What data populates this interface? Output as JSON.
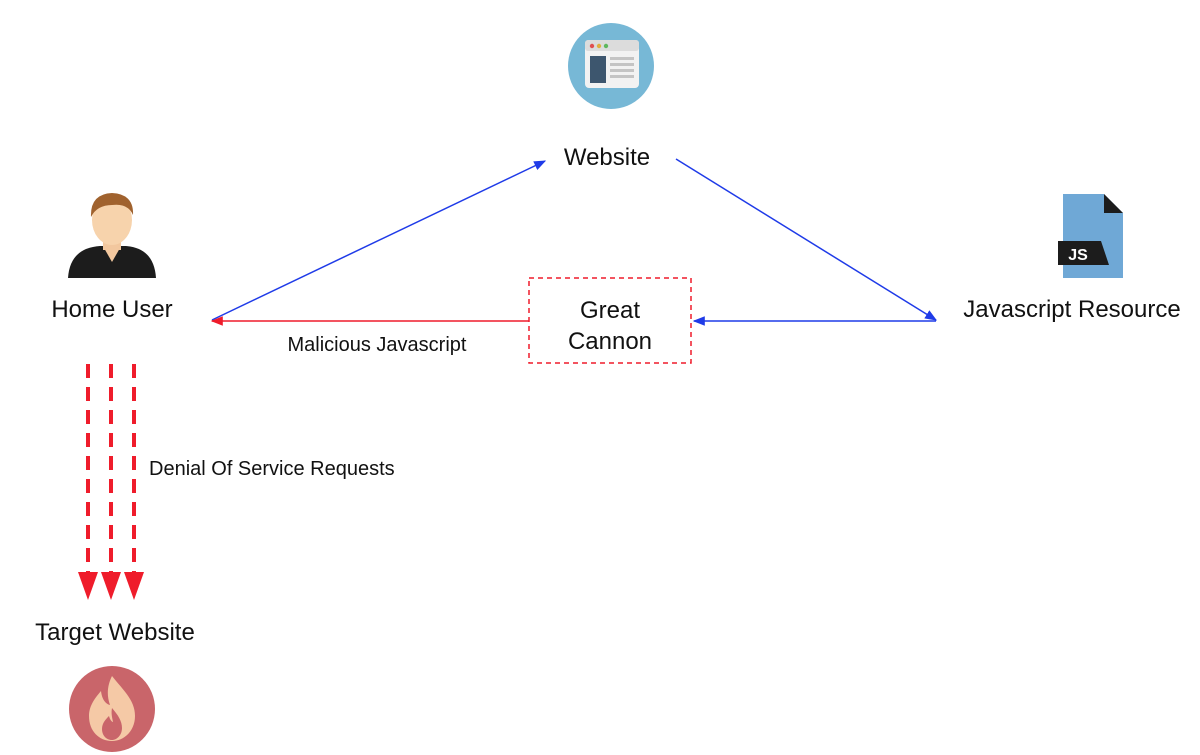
{
  "nodes": {
    "website": {
      "label": "Website",
      "icon": "browser-window-icon"
    },
    "javascript_resource": {
      "label": "Javascript Resource",
      "icon": "js-file-icon",
      "badge": "JS"
    },
    "home_user": {
      "label": "Home User",
      "icon": "user-avatar-icon"
    },
    "great_cannon": {
      "label_line1": "Great",
      "label_line2": "Cannon"
    },
    "target_website": {
      "label": "Target Website",
      "icon": "fire-icon"
    }
  },
  "edges": {
    "malicious_javascript": "Malicious Javascript",
    "denial_of_service": "Denial Of Service Requests"
  },
  "colors": {
    "request_flow": "#1f3be8",
    "attack_flow": "#ef1c2b",
    "browser_circle": "#77b8d6",
    "js_file": "#6fa8d6",
    "fire_circle": "#c9656a"
  }
}
